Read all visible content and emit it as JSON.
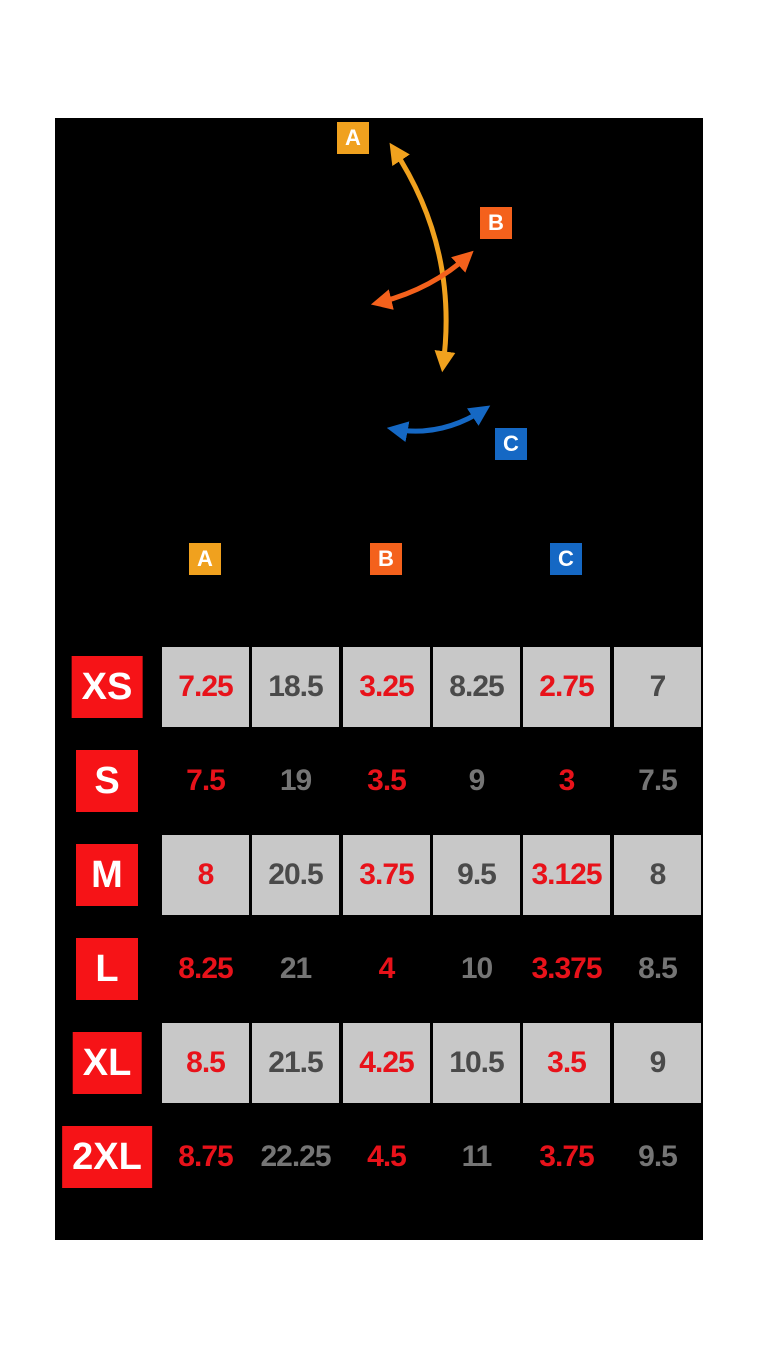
{
  "colors": {
    "panel_background": "#000000",
    "page_background": "#ffffff",
    "tag_a": "#F0A11E",
    "tag_b": "#F4611C",
    "tag_c": "#1568C4",
    "size_box_red": "#F61317",
    "value_red": "#E8121A",
    "cell_gray": "#C8C8C8",
    "value_dark_on_gray": "#4A4A4A",
    "value_gray_on_black": "#757575"
  },
  "diagram": {
    "tags": [
      {
        "label": "A",
        "color": "#F0A11E"
      },
      {
        "label": "B",
        "color": "#F4611C"
      },
      {
        "label": "C",
        "color": "#1568C4"
      }
    ],
    "arrows": [
      {
        "name": "vertical-double-arrow-a",
        "color": "#F0A11E"
      },
      {
        "name": "diagonal-double-arrow-b",
        "color": "#F4611C"
      },
      {
        "name": "curved-double-arrow-c",
        "color": "#1568C4"
      }
    ]
  },
  "table": {
    "column_groups": [
      "A",
      "B",
      "C"
    ],
    "rows": [
      {
        "size": "XS",
        "shaded": true,
        "values": [
          "7.25",
          "18.5",
          "3.25",
          "8.25",
          "2.75",
          "7"
        ]
      },
      {
        "size": "S",
        "shaded": false,
        "values": [
          "7.5",
          "19",
          "3.5",
          "9",
          "3",
          "7.5"
        ]
      },
      {
        "size": "M",
        "shaded": true,
        "values": [
          "8",
          "20.5",
          "3.75",
          "9.5",
          "3.125",
          "8"
        ]
      },
      {
        "size": "L",
        "shaded": false,
        "values": [
          "8.25",
          "21",
          "4",
          "10",
          "3.375",
          "8.5"
        ]
      },
      {
        "size": "XL",
        "shaded": true,
        "values": [
          "8.5",
          "21.5",
          "4.25",
          "10.5",
          "3.5",
          "9"
        ]
      },
      {
        "size": "2XL",
        "shaded": false,
        "values": [
          "8.75",
          "22.25",
          "4.5",
          "11",
          "3.75",
          "9.5"
        ]
      }
    ]
  },
  "chart_data": {
    "type": "table",
    "column_groups": [
      "A",
      "B",
      "C"
    ],
    "values_per_group": 2,
    "sizes": [
      "XS",
      "S",
      "M",
      "L",
      "XL",
      "2XL"
    ],
    "rows": [
      [
        "7.25",
        "18.5",
        "3.25",
        "8.25",
        "2.75",
        "7"
      ],
      [
        "7.5",
        "19",
        "3.5",
        "9",
        "3",
        "7.5"
      ],
      [
        "8",
        "20.5",
        "3.75",
        "9.5",
        "3.125",
        "8"
      ],
      [
        "8.25",
        "21",
        "4",
        "10",
        "3.375",
        "8.5"
      ],
      [
        "8.5",
        "21.5",
        "4.25",
        "10.5",
        "3.5",
        "9"
      ],
      [
        "8.75",
        "22.25",
        "4.5",
        "11",
        "3.75",
        "9.5"
      ]
    ]
  }
}
